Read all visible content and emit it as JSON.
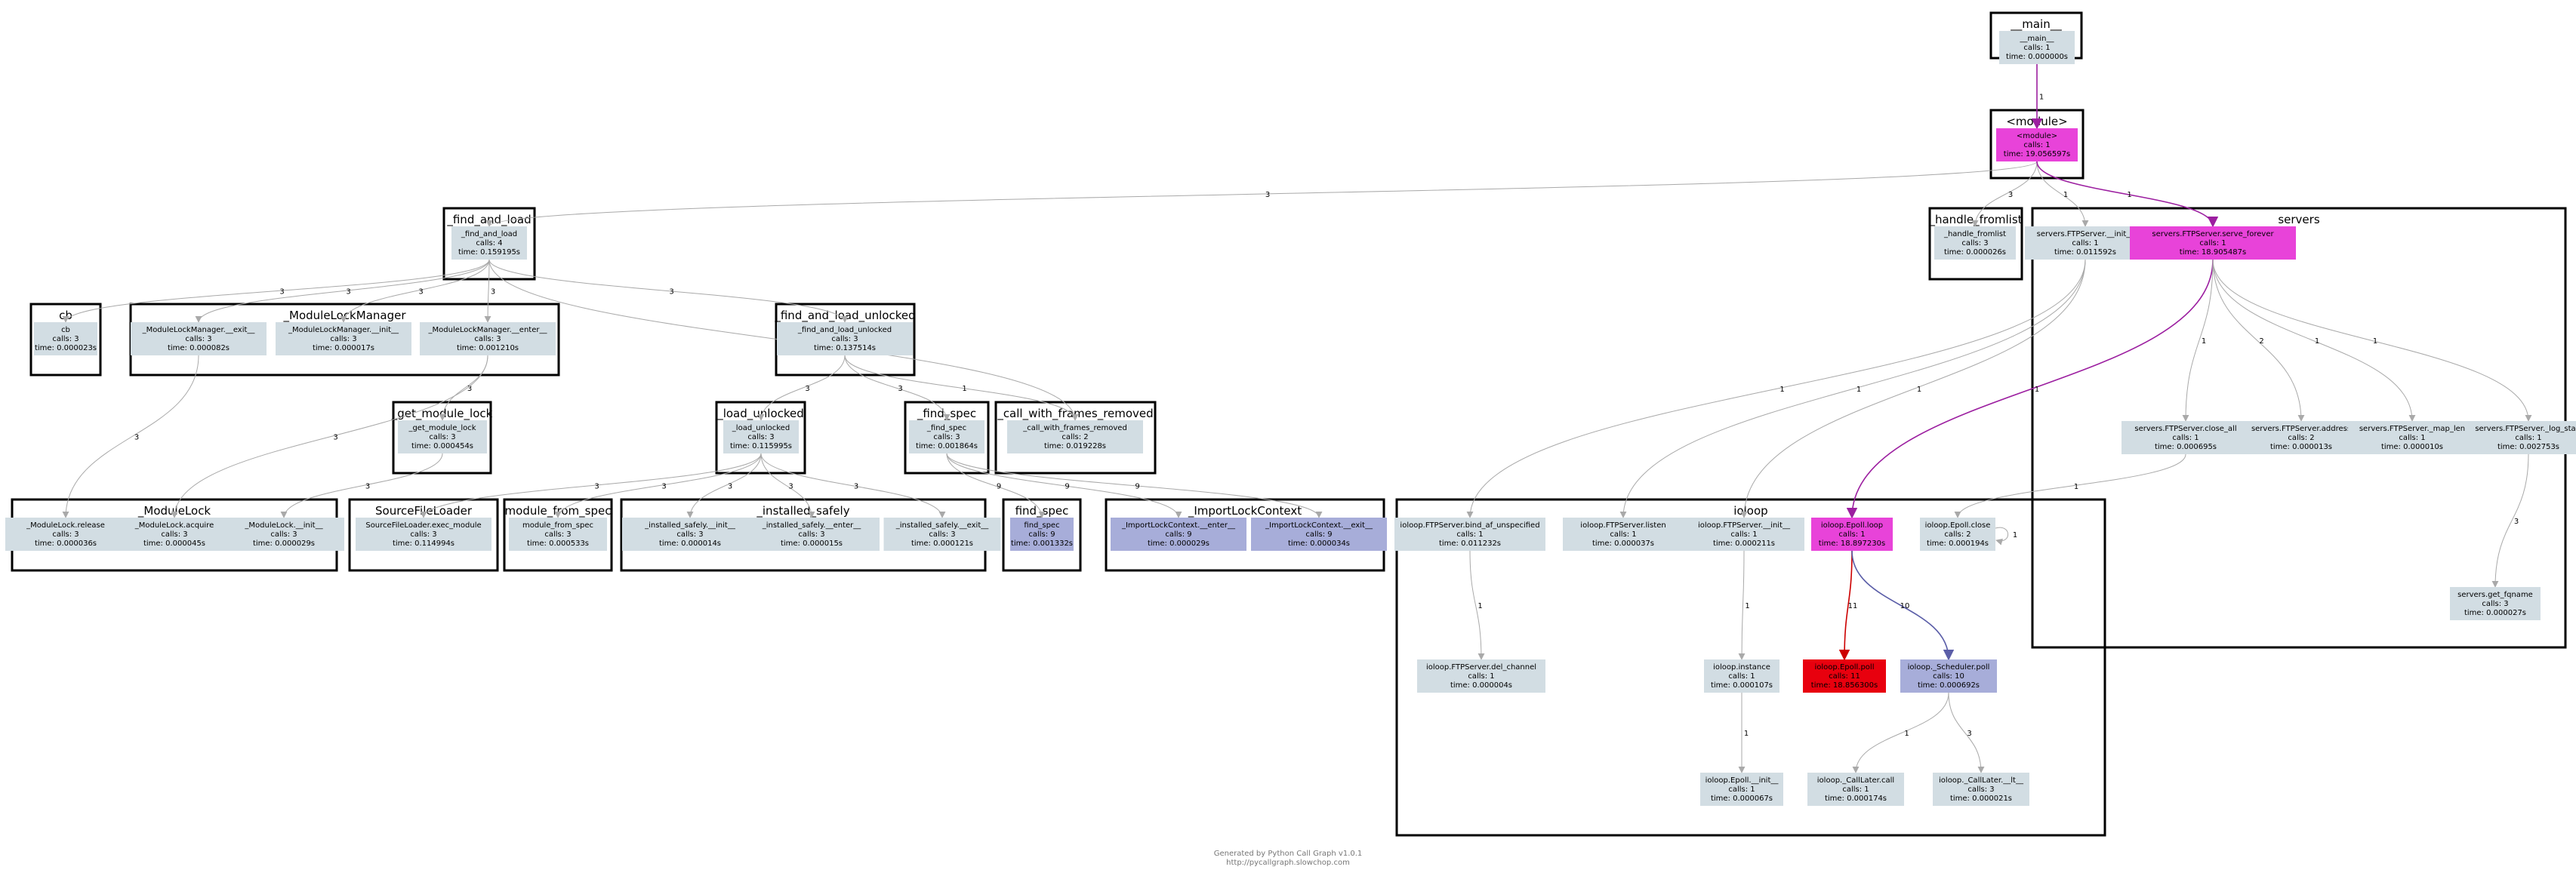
{
  "footer": {
    "line1": "Generated by Python Call Graph v1.0.1",
    "line2": "http://pycallgraph.slowchop.com"
  },
  "colors": {
    "default": "#d2dde3",
    "light_blue": "#a7add9",
    "magenta": "#e843d9",
    "red": "#e8000e",
    "edge_gray": "#a9a9a9",
    "edge_magenta": "#9c1fa0",
    "edge_red": "#cc0000",
    "edge_blue": "#5b5ea8"
  },
  "clusters": [
    {
      "id": "main",
      "title": "__main__"
    },
    {
      "id": "module",
      "title": "<module>"
    },
    {
      "id": "find_and_load",
      "title": "_find_and_load"
    },
    {
      "id": "cb",
      "title": "cb"
    },
    {
      "id": "module_lock_manager",
      "title": "_ModuleLockManager"
    },
    {
      "id": "find_and_load_unlocked",
      "title": "_find_and_load_unlocked"
    },
    {
      "id": "get_module_lock",
      "title": "_get_module_lock"
    },
    {
      "id": "load_unlocked",
      "title": "_load_unlocked"
    },
    {
      "id": "find_spec",
      "title": "_find_spec"
    },
    {
      "id": "call_with_frames_removed",
      "title": "_call_with_frames_removed"
    },
    {
      "id": "module_lock",
      "title": "_ModuleLock"
    },
    {
      "id": "source_file_loader",
      "title": "SourceFileLoader"
    },
    {
      "id": "module_from_spec",
      "title": "module_from_spec"
    },
    {
      "id": "installed_safely",
      "title": "_installed_safely"
    },
    {
      "id": "find_spec_small",
      "title": "find_spec"
    },
    {
      "id": "import_lock_context",
      "title": "_ImportLockContext"
    },
    {
      "id": "handle_fromlist",
      "title": "_handle_fromlist"
    },
    {
      "id": "servers",
      "title": "servers"
    },
    {
      "id": "ioloop",
      "title": "ioloop"
    }
  ],
  "nodes": [
    {
      "id": "n_main",
      "lines": [
        "__main__",
        "calls: 1",
        "time: 0.000000s"
      ],
      "color": "default"
    },
    {
      "id": "n_module",
      "lines": [
        "<module>",
        "calls: 1",
        "time: 19.056597s"
      ],
      "color": "magenta"
    },
    {
      "id": "n_fal",
      "lines": [
        "_find_and_load",
        "calls: 4",
        "time: 0.159195s"
      ],
      "color": "default"
    },
    {
      "id": "n_cb",
      "lines": [
        "cb",
        "calls: 3",
        "time: 0.000023s"
      ],
      "color": "default"
    },
    {
      "id": "n_mlm_exit",
      "lines": [
        "_ModuleLockManager.__exit__",
        "calls: 3",
        "time: 0.000082s"
      ],
      "color": "default"
    },
    {
      "id": "n_mlm_init",
      "lines": [
        "_ModuleLockManager.__init__",
        "calls: 3",
        "time: 0.000017s"
      ],
      "color": "default"
    },
    {
      "id": "n_mlm_enter",
      "lines": [
        "_ModuleLockManager.__enter__",
        "calls: 3",
        "time: 0.001210s"
      ],
      "color": "default"
    },
    {
      "id": "n_falu",
      "lines": [
        "_find_and_load_unlocked",
        "calls: 3",
        "time: 0.137514s"
      ],
      "color": "default"
    },
    {
      "id": "n_gml",
      "lines": [
        "_get_module_lock",
        "calls: 3",
        "time: 0.000454s"
      ],
      "color": "default"
    },
    {
      "id": "n_lu",
      "lines": [
        "_load_unlocked",
        "calls: 3",
        "time: 0.115995s"
      ],
      "color": "default"
    },
    {
      "id": "n_fs",
      "lines": [
        "_find_spec",
        "calls: 3",
        "time: 0.001864s"
      ],
      "color": "default"
    },
    {
      "id": "n_cwfr",
      "lines": [
        "_call_with_frames_removed",
        "calls: 2",
        "time: 0.019228s"
      ],
      "color": "default"
    },
    {
      "id": "n_ml_release",
      "lines": [
        "_ModuleLock.release",
        "calls: 3",
        "time: 0.000036s"
      ],
      "color": "default"
    },
    {
      "id": "n_ml_acquire",
      "lines": [
        "_ModuleLock.acquire",
        "calls: 3",
        "time: 0.000045s"
      ],
      "color": "default"
    },
    {
      "id": "n_ml_init",
      "lines": [
        "_ModuleLock.__init__",
        "calls: 3",
        "time: 0.000029s"
      ],
      "color": "default"
    },
    {
      "id": "n_sfl",
      "lines": [
        "SourceFileLoader.exec_module",
        "calls: 3",
        "time: 0.114994s"
      ],
      "color": "default"
    },
    {
      "id": "n_mfs",
      "lines": [
        "module_from_spec",
        "calls: 3",
        "time: 0.000533s"
      ],
      "color": "default"
    },
    {
      "id": "n_is_init",
      "lines": [
        "_installed_safely.__init__",
        "calls: 3",
        "time: 0.000014s"
      ],
      "color": "default"
    },
    {
      "id": "n_is_enter",
      "lines": [
        "_installed_safely.__enter__",
        "calls: 3",
        "time: 0.000015s"
      ],
      "color": "default"
    },
    {
      "id": "n_is_exit",
      "lines": [
        "_installed_safely.__exit__",
        "calls: 3",
        "time: 0.000121s"
      ],
      "color": "default"
    },
    {
      "id": "n_find_spec",
      "lines": [
        "find_spec",
        "calls: 9",
        "time: 0.001332s"
      ],
      "color": "light_blue"
    },
    {
      "id": "n_ilc_enter",
      "lines": [
        "_ImportLockContext.__enter__",
        "calls: 9",
        "time: 0.000029s"
      ],
      "color": "light_blue"
    },
    {
      "id": "n_ilc_exit",
      "lines": [
        "_ImportLockContext.__exit__",
        "calls: 9",
        "time: 0.000034s"
      ],
      "color": "light_blue"
    },
    {
      "id": "n_hf",
      "lines": [
        "_handle_fromlist",
        "calls: 3",
        "time: 0.000026s"
      ],
      "color": "default"
    },
    {
      "id": "n_srv_init",
      "lines": [
        "servers.FTPServer.__init__",
        "calls: 1",
        "time: 0.011592s"
      ],
      "color": "default"
    },
    {
      "id": "n_srv_serve",
      "lines": [
        "servers.FTPServer.serve_forever",
        "calls: 1",
        "time: 18.905487s"
      ],
      "color": "magenta"
    },
    {
      "id": "n_srv_close_all",
      "lines": [
        "servers.FTPServer.close_all",
        "calls: 1",
        "time: 0.000695s"
      ],
      "color": "default"
    },
    {
      "id": "n_srv_address",
      "lines": [
        "servers.FTPServer.address",
        "calls: 2",
        "time: 0.000013s"
      ],
      "color": "default"
    },
    {
      "id": "n_srv_map_len",
      "lines": [
        "servers.FTPServer._map_len",
        "calls: 1",
        "time: 0.000010s"
      ],
      "color": "default"
    },
    {
      "id": "n_srv_log_start",
      "lines": [
        "servers.FTPServer._log_start",
        "calls: 1",
        "time: 0.002753s"
      ],
      "color": "default"
    },
    {
      "id": "n_srv_get_fqname",
      "lines": [
        "servers.get_fqname",
        "calls: 3",
        "time: 0.000027s"
      ],
      "color": "default"
    },
    {
      "id": "n_io_bind",
      "lines": [
        "ioloop.FTPServer.bind_af_unspecified",
        "calls: 1",
        "time: 0.011232s"
      ],
      "color": "default"
    },
    {
      "id": "n_io_listen",
      "lines": [
        "ioloop.FTPServer.listen",
        "calls: 1",
        "time: 0.000037s"
      ],
      "color": "default"
    },
    {
      "id": "n_io_init",
      "lines": [
        "ioloop.FTPServer.__init__",
        "calls: 1",
        "time: 0.000211s"
      ],
      "color": "default"
    },
    {
      "id": "n_io_loop",
      "lines": [
        "ioloop.Epoll.loop",
        "calls: 1",
        "time: 18.897230s"
      ],
      "color": "magenta"
    },
    {
      "id": "n_io_close",
      "lines": [
        "ioloop.Epoll.close",
        "calls: 2",
        "time: 0.000194s"
      ],
      "color": "default"
    },
    {
      "id": "n_io_del",
      "lines": [
        "ioloop.FTPServer.del_channel",
        "calls: 1",
        "time: 0.000004s"
      ],
      "color": "default"
    },
    {
      "id": "n_io_instance",
      "lines": [
        "ioloop.instance",
        "calls: 1",
        "time: 0.000107s"
      ],
      "color": "default"
    },
    {
      "id": "n_io_poll",
      "lines": [
        "ioloop.Epoll.poll",
        "calls: 11",
        "time: 18.856300s"
      ],
      "color": "red"
    },
    {
      "id": "n_io_sched",
      "lines": [
        "ioloop._Scheduler.poll",
        "calls: 10",
        "time: 0.000692s"
      ],
      "color": "light_blue"
    },
    {
      "id": "n_io_epoll_init",
      "lines": [
        "ioloop.Epoll.__init__",
        "calls: 1",
        "time: 0.000067s"
      ],
      "color": "default"
    },
    {
      "id": "n_io_cl_call",
      "lines": [
        "ioloop._CallLater.call",
        "calls: 1",
        "time: 0.000174s"
      ],
      "color": "default"
    },
    {
      "id": "n_io_cl_lt",
      "lines": [
        "ioloop._CallLater.__lt__",
        "calls: 3",
        "time: 0.000021s"
      ],
      "color": "default"
    }
  ],
  "edges": [
    {
      "id": "e1",
      "from": "n_main",
      "to": "n_module",
      "label": "1",
      "color": "edge_magenta"
    },
    {
      "id": "e2",
      "from": "n_module",
      "to": "n_fal",
      "label": "3",
      "color": "edge_gray"
    },
    {
      "id": "e3",
      "from": "n_module",
      "to": "n_hf",
      "label": "3",
      "color": "edge_gray"
    },
    {
      "id": "e4",
      "from": "n_module",
      "to": "n_srv_init",
      "label": "1",
      "color": "edge_gray"
    },
    {
      "id": "e5",
      "from": "n_module",
      "to": "n_srv_serve",
      "label": "1",
      "color": "edge_magenta"
    },
    {
      "id": "e6",
      "from": "n_fal",
      "to": "n_cb",
      "label": "3",
      "color": "edge_gray"
    },
    {
      "id": "e7",
      "from": "n_fal",
      "to": "n_mlm_exit",
      "label": "3",
      "color": "edge_gray"
    },
    {
      "id": "e8",
      "from": "n_fal",
      "to": "n_mlm_init",
      "label": "3",
      "color": "edge_gray"
    },
    {
      "id": "e9",
      "from": "n_fal",
      "to": "n_mlm_enter",
      "label": "3",
      "color": "edge_gray"
    },
    {
      "id": "e10",
      "from": "n_fal",
      "to": "n_falu",
      "label": "3",
      "color": "edge_gray"
    },
    {
      "id": "e11",
      "from": "n_fal",
      "to": "n_cwfr",
      "label": "1",
      "color": "edge_gray"
    },
    {
      "id": "e12",
      "from": "n_mlm_exit",
      "to": "n_ml_release",
      "label": "3",
      "color": "edge_gray"
    },
    {
      "id": "e13",
      "from": "n_mlm_enter",
      "to": "n_gml",
      "label": "3",
      "color": "edge_gray"
    },
    {
      "id": "e14",
      "from": "n_mlm_enter",
      "to": "n_ml_acquire",
      "label": "3",
      "color": "edge_gray"
    },
    {
      "id": "e15",
      "from": "n_gml",
      "to": "n_ml_init",
      "label": "3",
      "color": "edge_gray"
    },
    {
      "id": "e16",
      "from": "n_falu",
      "to": "n_lu",
      "label": "3",
      "color": "edge_gray"
    },
    {
      "id": "e17",
      "from": "n_falu",
      "to": "n_fs",
      "label": "3",
      "color": "edge_gray"
    },
    {
      "id": "e18",
      "from": "n_falu",
      "to": "n_cwfr",
      "label": "1",
      "color": "edge_gray"
    },
    {
      "id": "e19",
      "from": "n_lu",
      "to": "n_sfl",
      "label": "3",
      "color": "edge_gray"
    },
    {
      "id": "e20",
      "from": "n_lu",
      "to": "n_mfs",
      "label": "3",
      "color": "edge_gray"
    },
    {
      "id": "e21",
      "from": "n_lu",
      "to": "n_is_init",
      "label": "3",
      "color": "edge_gray"
    },
    {
      "id": "e22",
      "from": "n_lu",
      "to": "n_is_enter",
      "label": "3",
      "color": "edge_gray"
    },
    {
      "id": "e23",
      "from": "n_lu",
      "to": "n_is_exit",
      "label": "3",
      "color": "edge_gray"
    },
    {
      "id": "e24",
      "from": "n_fs",
      "to": "n_find_spec",
      "label": "9",
      "color": "edge_gray"
    },
    {
      "id": "e25",
      "from": "n_fs",
      "to": "n_ilc_enter",
      "label": "9",
      "color": "edge_gray"
    },
    {
      "id": "e26",
      "from": "n_fs",
      "to": "n_ilc_exit",
      "label": "9",
      "color": "edge_gray"
    },
    {
      "id": "e27",
      "from": "n_srv_init",
      "to": "n_io_bind",
      "label": "1",
      "color": "edge_gray"
    },
    {
      "id": "e28",
      "from": "n_srv_init",
      "to": "n_io_listen",
      "label": "1",
      "color": "edge_gray"
    },
    {
      "id": "e29",
      "from": "n_srv_init",
      "to": "n_io_init",
      "label": "1",
      "color": "edge_gray"
    },
    {
      "id": "e30",
      "from": "n_srv_serve",
      "to": "n_io_loop",
      "label": "1",
      "color": "edge_magenta"
    },
    {
      "id": "e31",
      "from": "n_srv_serve",
      "to": "n_srv_close_all",
      "label": "1",
      "color": "edge_gray"
    },
    {
      "id": "e32",
      "from": "n_srv_serve",
      "to": "n_srv_address",
      "label": "2",
      "color": "edge_gray"
    },
    {
      "id": "e33",
      "from": "n_srv_serve",
      "to": "n_srv_map_len",
      "label": "1",
      "color": "edge_gray"
    },
    {
      "id": "e34",
      "from": "n_srv_serve",
      "to": "n_srv_log_start",
      "label": "1",
      "color": "edge_gray"
    },
    {
      "id": "e35",
      "from": "n_srv_close_all",
      "to": "n_io_close",
      "label": "1",
      "color": "edge_gray"
    },
    {
      "id": "e36",
      "from": "n_srv_log_start",
      "to": "n_srv_get_fqname",
      "label": "3",
      "color": "edge_gray"
    },
    {
      "id": "e37",
      "from": "n_io_bind",
      "to": "n_io_del",
      "label": "1",
      "color": "edge_gray"
    },
    {
      "id": "e38",
      "from": "n_io_init",
      "to": "n_io_instance",
      "label": "1",
      "color": "edge_gray"
    },
    {
      "id": "e39",
      "from": "n_io_instance",
      "to": "n_io_epoll_init",
      "label": "1",
      "color": "edge_gray"
    },
    {
      "id": "e40",
      "from": "n_io_loop",
      "to": "n_io_poll",
      "label": "11",
      "color": "edge_red"
    },
    {
      "id": "e41",
      "from": "n_io_loop",
      "to": "n_io_sched",
      "label": "10",
      "color": "edge_blue"
    },
    {
      "id": "e42",
      "from": "n_io_sched",
      "to": "n_io_cl_call",
      "label": "1",
      "color": "edge_gray"
    },
    {
      "id": "e43",
      "from": "n_io_sched",
      "to": "n_io_cl_lt",
      "label": "3",
      "color": "edge_gray"
    },
    {
      "id": "e44",
      "from": "n_io_close",
      "to": "n_io_close",
      "label": "1",
      "color": "edge_gray"
    }
  ]
}
